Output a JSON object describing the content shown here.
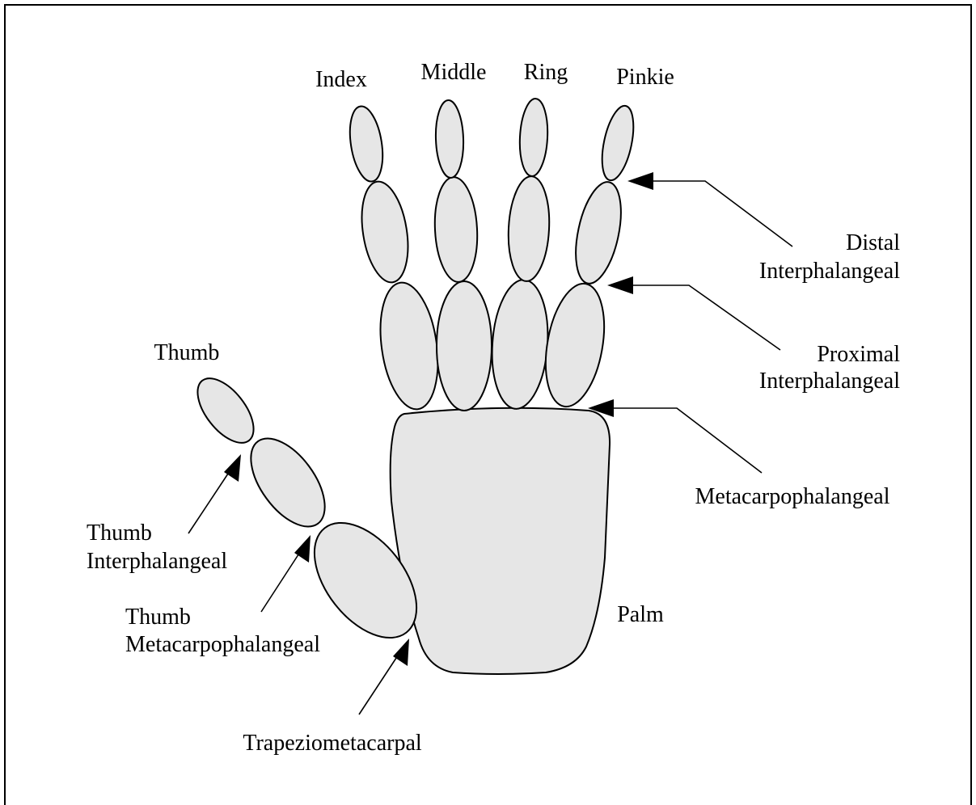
{
  "fingers": {
    "index": "Index",
    "middle": "Middle",
    "ring": "Ring",
    "pinkie": "Pinkie",
    "thumb": "Thumb"
  },
  "joints": {
    "distal": [
      "Distal",
      "Interphalangeal"
    ],
    "proximal": [
      "Proximal",
      "Interphalangeal"
    ],
    "mcp": "Metacarpophalangeal",
    "thumb_ip": [
      "Thumb",
      "Interphalangeal"
    ],
    "thumb_mcp": [
      "Thumb",
      "Metacarpophalangeal"
    ],
    "trapezio": "Trapeziometacarpal"
  },
  "palm": "Palm",
  "colors": {
    "segment_fill": "#e6e6e6",
    "outline": "#000000",
    "frame": "#000000",
    "background": "#ffffff"
  }
}
